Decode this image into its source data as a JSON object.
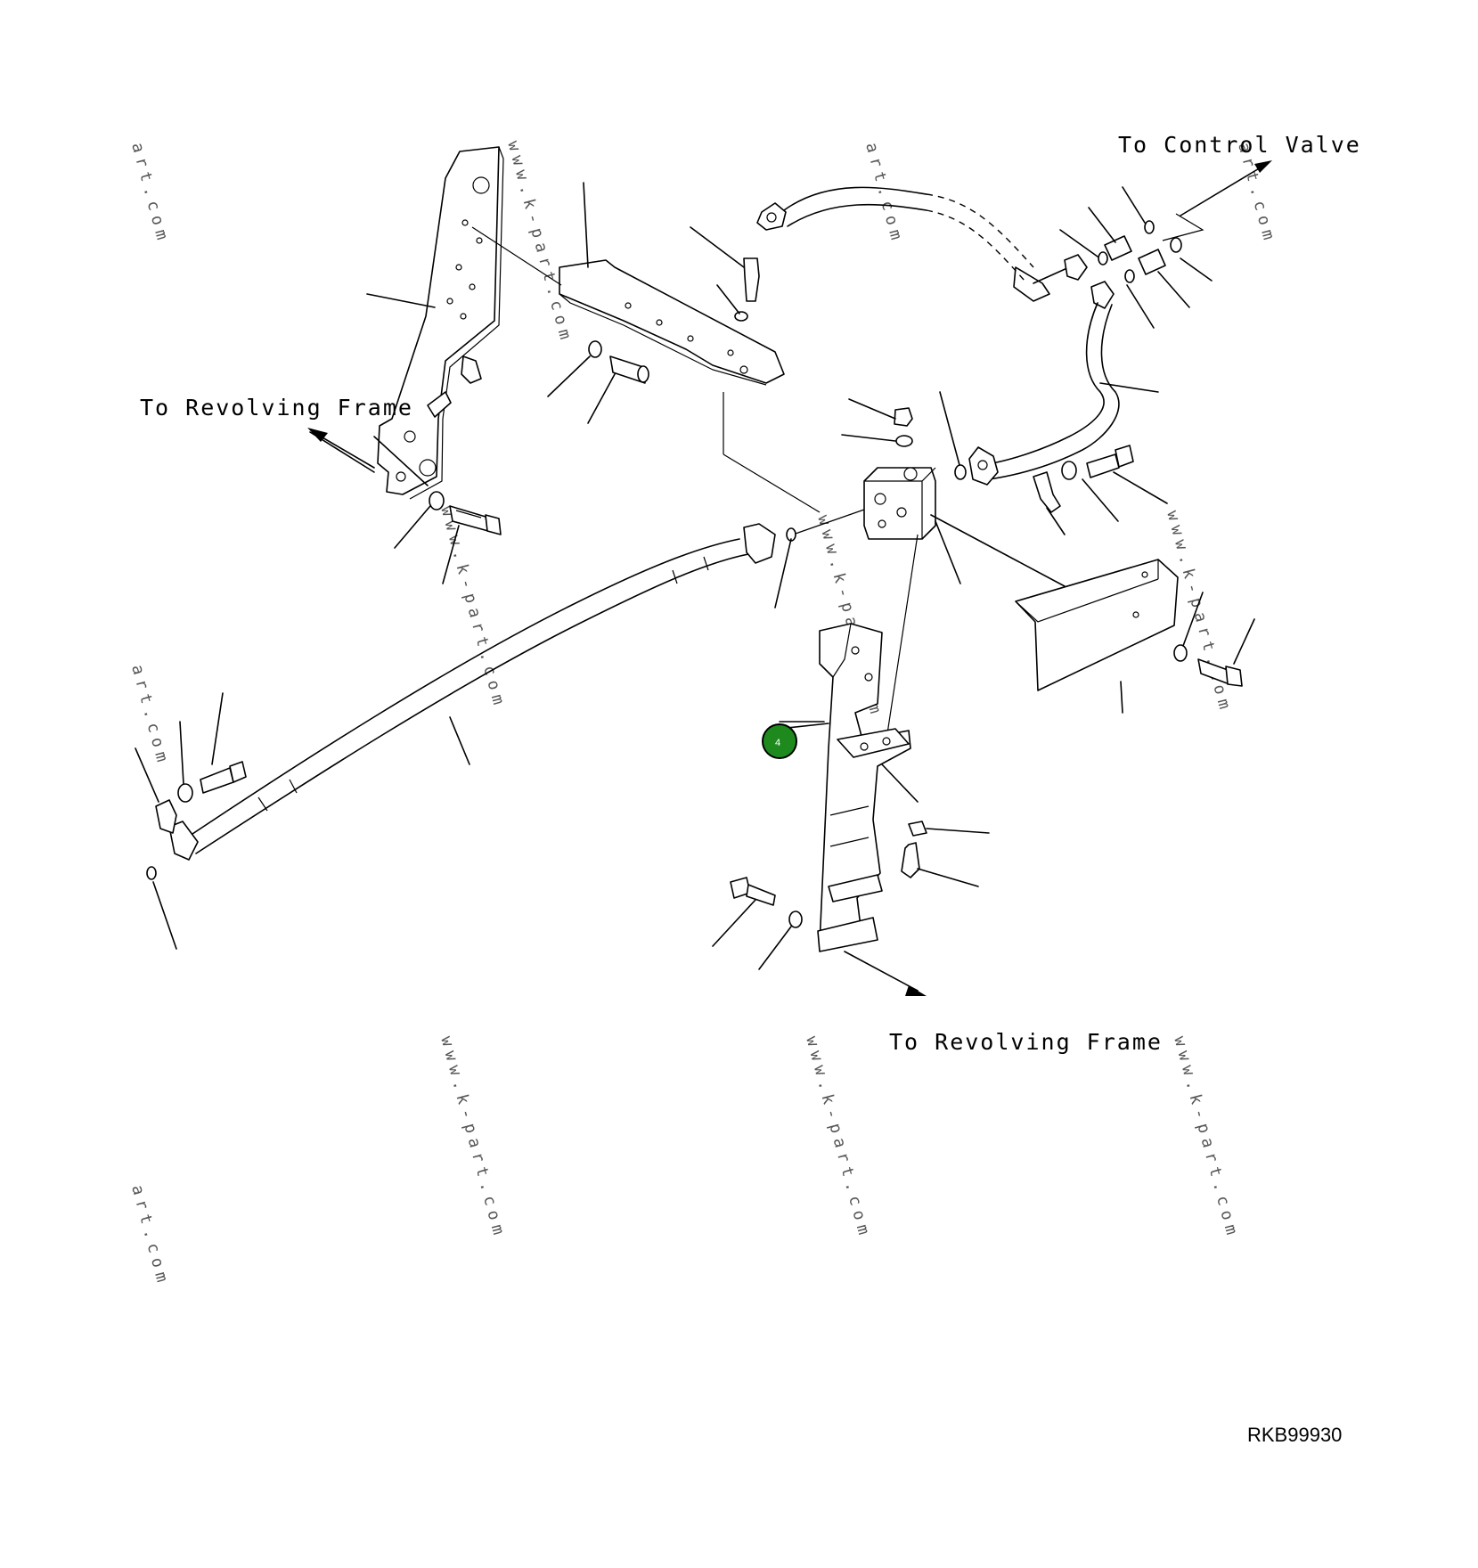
{
  "labels": {
    "to_control_valve": "To Control Valve",
    "to_revolving_frame_left": "To Revolving Frame",
    "to_revolving_frame_bottom": "To Revolving Frame"
  },
  "callout": {
    "number": "4",
    "color": "#1e8a1e"
  },
  "reference_code": "RKB99930",
  "watermarks": {
    "short": "art.com",
    "long": "www.k-part.com"
  }
}
